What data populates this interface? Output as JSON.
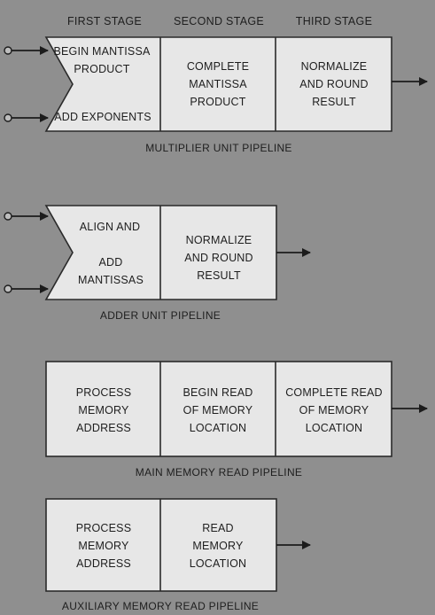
{
  "stage_headers": [
    "FIRST STAGE",
    "SECOND STAGE",
    "THIRD STAGE"
  ],
  "multiplier": {
    "caption": "MULTIPLIER UNIT PIPELINE",
    "cells": [
      "BEGIN MANTISSA\nPRODUCT",
      "ADD EXPONENTS",
      "COMPLETE\nMANTISSA\nPRODUCT",
      "NORMALIZE\nAND ROUND\nRESULT"
    ]
  },
  "adder": {
    "caption": "ADDER UNIT PIPELINE",
    "cells": [
      "ALIGN AND",
      "ADD\nMANTISSAS",
      "NORMALIZE\nAND ROUND\nRESULT"
    ]
  },
  "main_memory": {
    "caption": "MAIN MEMORY READ PIPELINE",
    "cells": [
      "PROCESS\nMEMORY\nADDRESS",
      "BEGIN READ\nOF MEMORY\nLOCATION",
      "COMPLETE READ\nOF MEMORY\nLOCATION"
    ]
  },
  "aux_memory": {
    "caption": "AUXILIARY MEMORY READ PIPELINE",
    "cells": [
      "PROCESS\nMEMORY\nADDRESS",
      "READ\nMEMORY\nLOCATION"
    ]
  }
}
